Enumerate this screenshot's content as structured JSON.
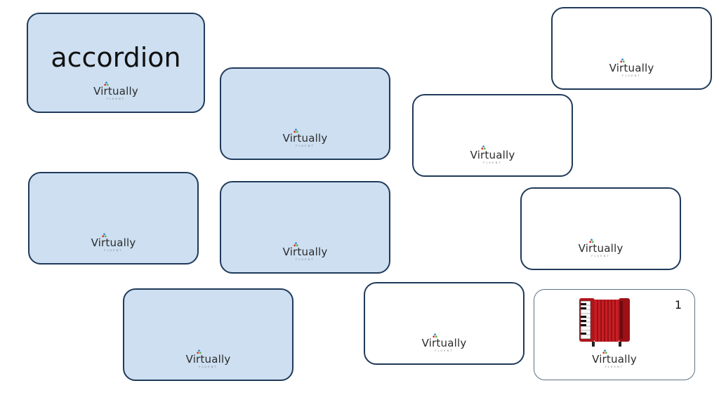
{
  "logo": {
    "word": "Virtually",
    "sub": "FLUENT",
    "dot_colors": [
      "#d9342b",
      "#2f8fce",
      "#56b847"
    ]
  },
  "colors": {
    "card_blue": "#cddff1",
    "card_border": "#1f3a5a",
    "accordion_red": "#b0151b"
  },
  "cards": [
    {
      "id": "word",
      "text": "accordion",
      "face": "up"
    },
    {
      "id": "picture",
      "image": "accordion-icon",
      "count": "1",
      "face": "up"
    }
  ]
}
